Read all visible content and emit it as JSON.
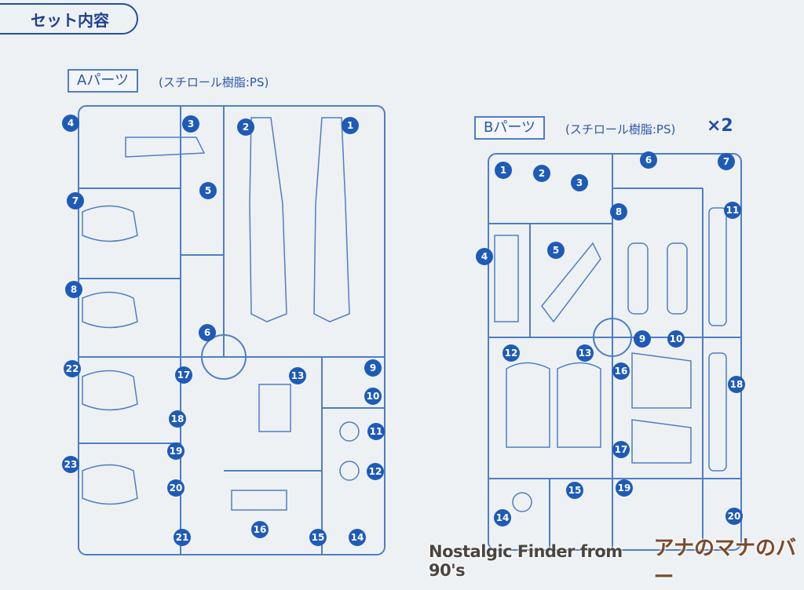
{
  "header": {
    "title": "セット内容"
  },
  "parts_a": {
    "label": "Aパーツ",
    "material": "(スチロール樹脂:PS)",
    "numbers": [
      "4",
      "3",
      "2",
      "1",
      "7",
      "5",
      "8",
      "6",
      "22",
      "17",
      "13",
      "9",
      "18",
      "10",
      "11",
      "19",
      "12",
      "23",
      "20",
      "16",
      "15",
      "14",
      "21"
    ]
  },
  "parts_b": {
    "label": "Bパーツ",
    "material": "(スチロール樹脂:PS)",
    "quantity": "×2",
    "numbers": [
      "1",
      "2",
      "3",
      "6",
      "7",
      "8",
      "11",
      "4",
      "5",
      "9",
      "10",
      "12",
      "13",
      "16",
      "18",
      "17",
      "15",
      "19",
      "14",
      "20"
    ]
  },
  "watermark": {
    "text_en": "Nostalgic Finder from 90's",
    "text_jp": "アナのマナのバー"
  },
  "colors": {
    "line": "#4d7fc4",
    "badge": "#1e5bb8",
    "background": "#eef1f4"
  }
}
